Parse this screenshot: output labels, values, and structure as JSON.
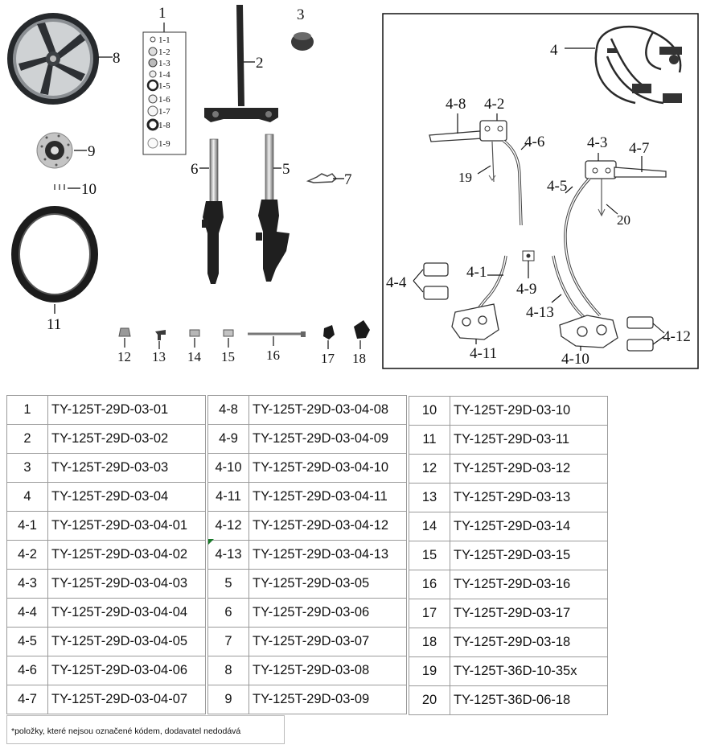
{
  "diagram": {
    "callouts": {
      "c1": "1",
      "c2": "2",
      "c3": "3",
      "c4": "4",
      "c5": "5",
      "c6": "6",
      "c7": "7",
      "c8": "8",
      "c9": "9",
      "c10": "10",
      "c11": "11",
      "c12": "12",
      "c13": "13",
      "c14": "14",
      "c15": "15",
      "c16": "16",
      "c17": "17",
      "c18": "18",
      "c4_1": "4-1",
      "c4_2": "4-2",
      "c4_3": "4-3",
      "c4_4": "4-4",
      "c4_5": "4-5",
      "c4_6": "4-6",
      "c4_7": "4-7",
      "c4_8": "4-8",
      "c4_9": "4-9",
      "c4_10": "4-10",
      "c4_11": "4-11",
      "c4_12": "4-12",
      "c4_13": "4-13",
      "c19": "19",
      "c20": "20"
    },
    "kit_items": [
      "1-1",
      "1-2",
      "1-3",
      "1-4",
      "1-5",
      "1-6",
      "1-7",
      "1-8",
      "1-9"
    ]
  },
  "parts_table": {
    "col1": [
      {
        "k": "1",
        "v": "TY-125T-29D-03-01"
      },
      {
        "k": "2",
        "v": "TY-125T-29D-03-02"
      },
      {
        "k": "3",
        "v": "TY-125T-29D-03-03"
      },
      {
        "k": "4",
        "v": "TY-125T-29D-03-04"
      },
      {
        "k": "4-1",
        "v": "TY-125T-29D-03-04-01"
      },
      {
        "k": "4-2",
        "v": "TY-125T-29D-03-04-02"
      },
      {
        "k": "4-3",
        "v": "TY-125T-29D-03-04-03"
      },
      {
        "k": "4-4",
        "v": "TY-125T-29D-03-04-04"
      },
      {
        "k": "4-5",
        "v": "TY-125T-29D-03-04-05"
      },
      {
        "k": "4-6",
        "v": "TY-125T-29D-03-04-06"
      },
      {
        "k": "4-7",
        "v": "TY-125T-29D-03-04-07"
      }
    ],
    "col2": [
      {
        "k": "4-8",
        "v": "TY-125T-29D-03-04-08"
      },
      {
        "k": "4-9",
        "v": "TY-125T-29D-03-04-09"
      },
      {
        "k": "4-10",
        "v": "TY-125T-29D-03-04-10"
      },
      {
        "k": "4-11",
        "v": "TY-125T-29D-03-04-11"
      },
      {
        "k": "4-12",
        "v": "TY-125T-29D-03-04-12"
      },
      {
        "k": "4-13",
        "v": "TY-125T-29D-03-04-13"
      },
      {
        "k": "5",
        "v": "TY-125T-29D-03-05"
      },
      {
        "k": "6",
        "v": "TY-125T-29D-03-06"
      },
      {
        "k": "7",
        "v": "TY-125T-29D-03-07"
      },
      {
        "k": "8",
        "v": "TY-125T-29D-03-08"
      },
      {
        "k": "9",
        "v": "TY-125T-29D-03-09"
      }
    ],
    "col3": [
      {
        "k": "10",
        "v": "TY-125T-29D-03-10"
      },
      {
        "k": "11",
        "v": "TY-125T-29D-03-11"
      },
      {
        "k": "12",
        "v": "TY-125T-29D-03-12"
      },
      {
        "k": "13",
        "v": "TY-125T-29D-03-13"
      },
      {
        "k": "14",
        "v": "TY-125T-29D-03-14"
      },
      {
        "k": "15",
        "v": "TY-125T-29D-03-15"
      },
      {
        "k": "16",
        "v": "TY-125T-29D-03-16"
      },
      {
        "k": "17",
        "v": "TY-125T-29D-03-17"
      },
      {
        "k": "18",
        "v": "TY-125T-29D-03-18"
      },
      {
        "k": "19",
        "v": "TY-125T-36D-10-35x"
      },
      {
        "k": "20",
        "v": "TY-125T-36D-06-18"
      }
    ]
  },
  "footnote": "*položky, které nejsou označené kódem, dodavatel nedodává"
}
